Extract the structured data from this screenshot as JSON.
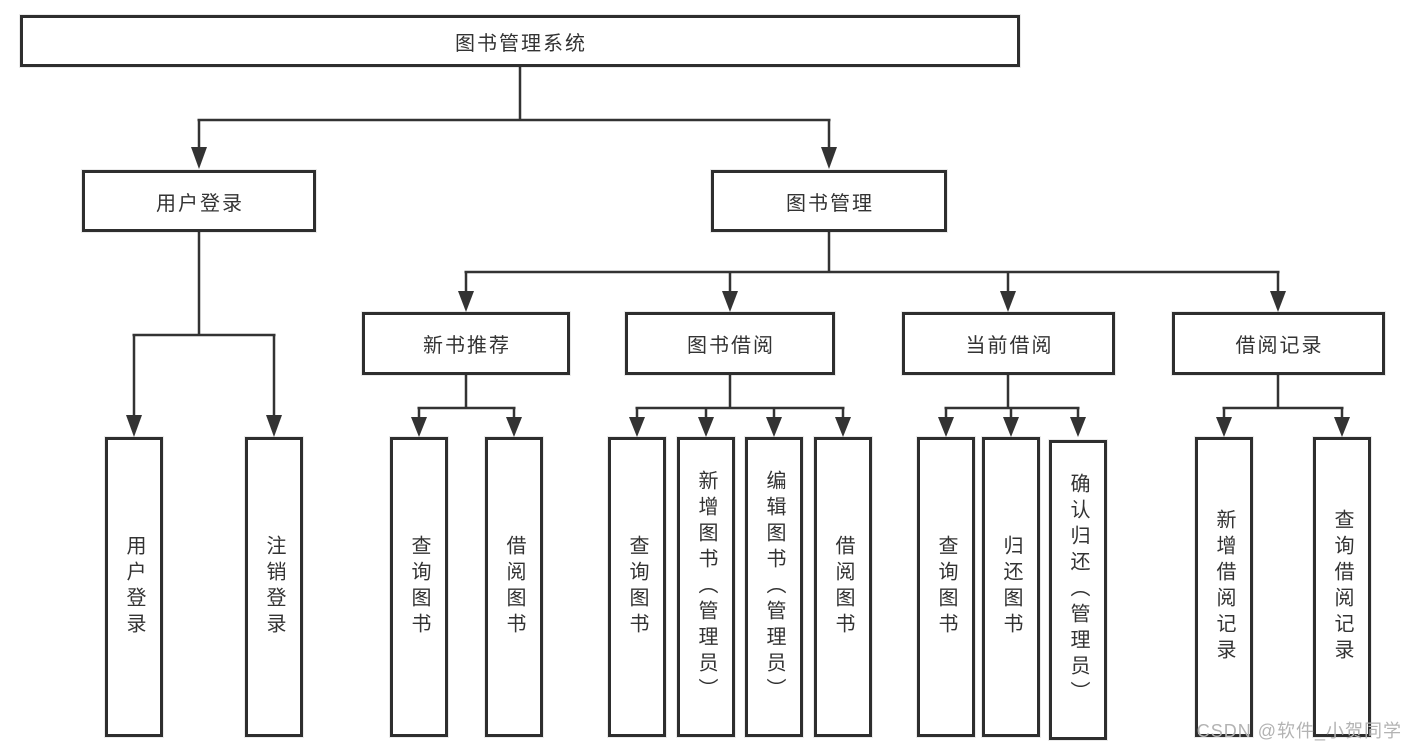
{
  "diagram": {
    "title": "图书管理系统",
    "branches": [
      {
        "label": "用户登录",
        "children": [
          {
            "label": "用户登录"
          },
          {
            "label": "注销登录"
          }
        ]
      },
      {
        "label": "图书管理",
        "children": [
          {
            "label": "新书推荐",
            "children": [
              {
                "label": "查询图书"
              },
              {
                "label": "借阅图书"
              }
            ]
          },
          {
            "label": "图书借阅",
            "children": [
              {
                "label": "查询图书"
              },
              {
                "label": "新增图书（管理员）"
              },
              {
                "label": "编辑图书（管理员）"
              },
              {
                "label": "借阅图书"
              }
            ]
          },
          {
            "label": "当前借阅",
            "children": [
              {
                "label": "查询图书"
              },
              {
                "label": "归还图书"
              },
              {
                "label": "确认归还（管理员）"
              }
            ]
          },
          {
            "label": "借阅记录",
            "children": [
              {
                "label": "新增借阅记录"
              },
              {
                "label": "查询借阅记录"
              }
            ]
          }
        ]
      }
    ],
    "watermark": "CSDN @软件_小贺同学",
    "colors": {
      "line": "#333333",
      "border": "#2e2e2e",
      "text": "#333333",
      "watermark": "#b3b3b3",
      "background": "#ffffff"
    }
  }
}
